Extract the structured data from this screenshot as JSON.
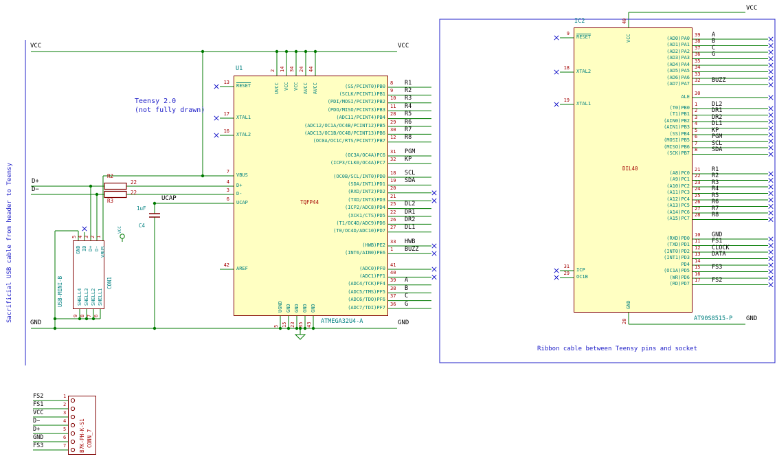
{
  "colors": {
    "wire": "#007A00",
    "component_outline": "#800000",
    "chip_fill": "#FFFFC2",
    "pin_number": "#A40000",
    "pin_name": "#008080",
    "net_label": "#000000",
    "annotation_blue": "#2020C8",
    "no_connect_blue": "#1414C8"
  },
  "annotations": {
    "left_vertical_note": "Sacrificial USB cable from header to Teensy",
    "teensy_note_line1": "Teensy 2.0",
    "teensy_note_line2": "(not fully drawn)",
    "ribbon_caption": "Ribbon cable between Teensy pins and socket"
  },
  "power_labels": {
    "vcc_top_left": "VCC",
    "vcc_top_right": "VCC",
    "gnd_bottom_left": "GND",
    "gnd_bottom_right": "GND",
    "vcc_right": "VCC",
    "gnd_right": "GND",
    "d_plus": "D+",
    "d_minus": "D−",
    "ucap": "UCAP",
    "vcc_flag": "VCC"
  },
  "resistors": [
    {
      "ref": "R2",
      "value": "22"
    },
    {
      "ref": "R3",
      "value": "22"
    }
  ],
  "capacitor": {
    "ref": "C4",
    "value": "1uF"
  },
  "u1": {
    "ref": "U1",
    "value": "ATMEGA32U4-A",
    "footprint": "TQFP44",
    "left_pins": [
      {
        "name": "RESET",
        "num": "13",
        "bar": true,
        "nc": true
      },
      {
        "name": "XTAL1",
        "num": "17",
        "nc": true
      },
      {
        "name": "XTAL2",
        "num": "16",
        "nc": true
      },
      {
        "name": "VBUS",
        "num": "7"
      },
      {
        "name": "D+",
        "num": "4"
      },
      {
        "name": "D-",
        "num": "3"
      },
      {
        "name": "UCAP",
        "num": "6"
      },
      {
        "name": "AREF",
        "num": "42"
      }
    ],
    "right_groups": [
      [
        {
          "name": "(SS/PCINT0)PB0",
          "num": "8",
          "net": "R1"
        },
        {
          "name": "(SCLK/PCINT1)PB1",
          "num": "9",
          "net": "R2"
        },
        {
          "name": "(PDI/MOSI/PCINT2)PB2",
          "num": "10",
          "net": "R3"
        },
        {
          "name": "(PDO/MISO/PCINT3)PB3",
          "num": "11",
          "net": "R4"
        },
        {
          "name": "(ADC11/PCINT4)PB4",
          "num": "28",
          "net": "R5"
        },
        {
          "name": "(ADC12/OC1A/OC4B/PCINT12)PB5",
          "num": "29",
          "net": "R6"
        },
        {
          "name": "(ADC13/OC1B/OC4B/PCINT13)PB6",
          "num": "30",
          "net": "R7"
        },
        {
          "name": "(OC0A/OC1C/RTS/PCINT7)PB7",
          "num": "12",
          "net": "R8"
        }
      ],
      [
        {
          "name": "(OC3A/OC4A)PC6",
          "num": "31",
          "net": "PGM"
        },
        {
          "name": "(ICP3/CLK0/OC4A)PC7",
          "num": "32",
          "net": "KP"
        }
      ],
      [
        {
          "name": "(OC0B/SCL/INT0)PD0",
          "num": "18",
          "net": "SCL"
        },
        {
          "name": "(SDA/INT1)PD1",
          "num": "19",
          "net": "SDA"
        },
        {
          "name": "(RXD/INT2)PD2",
          "num": "20",
          "nc": true
        },
        {
          "name": "(TXD/INT3)PD3",
          "num": "21",
          "nc": true
        },
        {
          "name": "(ICP2/ADC8)PD4",
          "num": "25",
          "net": "DL2"
        },
        {
          "name": "(XCK1/CTS)PD5",
          "num": "22",
          "net": "DR1"
        },
        {
          "name": "(T1/OC4D/ADC9)PD6",
          "num": "26",
          "net": "DR2"
        },
        {
          "name": "(T0/OC4D/ADC10)PD7",
          "num": "27",
          "net": "DL1"
        }
      ],
      [
        {
          "name": "(HWB)PE2",
          "num": "33",
          "net": "HWB",
          "nc": true
        },
        {
          "name": "(INT6/AIN0)PE6",
          "num": "1",
          "net": "BUZZ",
          "nc": true
        }
      ],
      [
        {
          "name": "(ADC0)PF0",
          "num": "41",
          "nc": true
        },
        {
          "name": "(ADC1)PF1",
          "num": "40",
          "nc": true
        },
        {
          "name": "(ADC4/TCK)PF4",
          "num": "39",
          "net": "A"
        },
        {
          "name": "(ADC5/TMS)PF5",
          "num": "38",
          "net": "B"
        },
        {
          "name": "(ADC6/TDO)PF6",
          "num": "37",
          "net": "C"
        },
        {
          "name": "(ADC7/TDI)PF7",
          "num": "36",
          "net": "G"
        }
      ]
    ],
    "top_pins": [
      {
        "name": "UVCC",
        "num": "2"
      },
      {
        "name": "VCC",
        "num": "14"
      },
      {
        "name": "VCC",
        "num": "34"
      },
      {
        "name": "AVCC",
        "num": "24"
      },
      {
        "name": "AVCC",
        "num": "44"
      }
    ],
    "bottom_pins": [
      {
        "name": "UGND",
        "num": "5"
      },
      {
        "name": "GND",
        "num": "15"
      },
      {
        "name": "GND",
        "num": "23"
      },
      {
        "name": "GND",
        "num": "35"
      },
      {
        "name": "GND",
        "num": "43"
      }
    ]
  },
  "ic2": {
    "ref": "IC2",
    "value": "AT90S8515-P",
    "footprint": "DIL40",
    "left_pins": [
      {
        "name": "RESET",
        "num": "9",
        "bar": true,
        "nc": true
      },
      {
        "name": "XTAL2",
        "num": "18",
        "nc": true
      },
      {
        "name": "XTAL1",
        "num": "19",
        "nc": true
      },
      {
        "name": "ICP",
        "num": "31",
        "nc": true
      },
      {
        "name": "OC1B",
        "num": "29",
        "nc": true
      }
    ],
    "right_groups": [
      [
        {
          "name": "(AD0)PA0",
          "num": "39",
          "net": "A"
        },
        {
          "name": "(AD1)PA1",
          "num": "38",
          "net": "B"
        },
        {
          "name": "(AD2)PA2",
          "num": "37",
          "net": "C"
        },
        {
          "name": "(AD3)PA3",
          "num": "36",
          "net": "G"
        },
        {
          "name": "(AD4)PA4",
          "num": "35"
        },
        {
          "name": "(AD5)PA5",
          "num": "34"
        },
        {
          "name": "(AD6)PA6",
          "num": "33"
        },
        {
          "name": "(AD7)PA7",
          "num": "32",
          "net": "BUZZ"
        }
      ],
      [
        {
          "name": "ALE",
          "num": "30"
        }
      ],
      [
        {
          "name": "(T0)PB0",
          "num": "1",
          "net": "DL2"
        },
        {
          "name": "(T1)PB1",
          "num": "2",
          "net": "DR1"
        },
        {
          "name": "(AIN0)PB2",
          "num": "3",
          "net": "DR2"
        },
        {
          "name": "(AIN1)PB3",
          "num": "4",
          "net": "DL1"
        },
        {
          "name": "(SS)PB4",
          "num": "5",
          "net": "KP"
        },
        {
          "name": "(MOSI)PB5",
          "num": "6",
          "net": "PGM"
        },
        {
          "name": "(MISO)PB6",
          "num": "7",
          "net": "SCL"
        },
        {
          "name": "(SCK)PB7",
          "num": "8",
          "net": "SDA"
        }
      ],
      [
        {
          "name": "(A8)PC0",
          "num": "21",
          "net": "R1"
        },
        {
          "name": "(A9)PC1",
          "num": "22",
          "net": "R2"
        },
        {
          "name": "(A10)PC2",
          "num": "23",
          "net": "R3"
        },
        {
          "name": "(A11)PC3",
          "num": "24",
          "net": "R4"
        },
        {
          "name": "(A12)PC4",
          "num": "25",
          "net": "R5"
        },
        {
          "name": "(A13)PC5",
          "num": "26",
          "net": "R6"
        },
        {
          "name": "(A14)PC6",
          "num": "27",
          "net": "R7"
        },
        {
          "name": "(A15)PC7",
          "num": "28",
          "net": "R8"
        }
      ],
      [
        {
          "name": "(RXD)PD0",
          "num": "10",
          "net": "GND"
        },
        {
          "name": "(TXD)PD1",
          "num": "11",
          "net": "FS1"
        },
        {
          "name": "(INT0)PD2",
          "num": "12",
          "net": "CLOCK"
        },
        {
          "name": "(INT1)PD3",
          "num": "13",
          "net": "DATA"
        },
        {
          "name": "PD4",
          "num": "14"
        },
        {
          "name": "(OC1A)PD5",
          "num": "15",
          "net": "FS3"
        },
        {
          "name": "(WR)PD6",
          "num": "16"
        },
        {
          "name": "(RD)PD7",
          "num": "17",
          "net": "FS2"
        }
      ]
    ],
    "top_pins": [
      {
        "name": "VCC",
        "num": "40"
      }
    ],
    "bottom_pins": [
      {
        "name": "GND",
        "num": "20"
      }
    ]
  },
  "con1": {
    "ref": "CON1",
    "value": "USB-MINI-B",
    "top_pins": [
      {
        "name": "GND",
        "num": "5"
      },
      {
        "name": "ID",
        "num": "4",
        "nc": true
      },
      {
        "name": "D+",
        "num": "3"
      },
      {
        "name": "D-",
        "num": "2"
      },
      {
        "name": "VBUS",
        "num": "1"
      }
    ],
    "bottom_pins": [
      {
        "name": "SHELL4",
        "num": "9"
      },
      {
        "name": "SHELL3",
        "num": "8"
      },
      {
        "name": "SHELL2",
        "num": "7"
      },
      {
        "name": "SHELL1",
        "num": "6"
      }
    ]
  },
  "conn7": {
    "ref": "CONN_7",
    "value": "B7K-PH-K-S1",
    "pins": [
      {
        "net": "FS2",
        "num": "1"
      },
      {
        "net": "FS1",
        "num": "2"
      },
      {
        "net": "VCC",
        "num": "3"
      },
      {
        "net": "D−",
        "num": "4"
      },
      {
        "net": "D+",
        "num": "5"
      },
      {
        "net": "GND",
        "num": "6"
      },
      {
        "net": "FS3",
        "num": "7"
      }
    ]
  }
}
